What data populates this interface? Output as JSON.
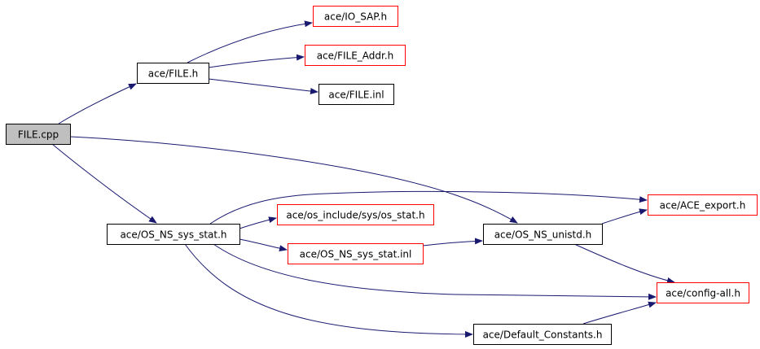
{
  "graph": {
    "colors": {
      "edge": "#191970",
      "border_normal": "#000000",
      "border_truncated": "#ff0000",
      "fill_root": "#bfbfbf",
      "fill_normal": "#ffffff"
    },
    "nodes": [
      {
        "id": "file-cpp",
        "label": "FILE.cpp",
        "style": "root"
      },
      {
        "id": "ace-file-h",
        "label": "ace/FILE.h",
        "style": "normal"
      },
      {
        "id": "ace-io-sap-h",
        "label": "ace/IO_SAP.h",
        "style": "truncated"
      },
      {
        "id": "ace-file-addr-h",
        "label": "ace/FILE_Addr.h",
        "style": "truncated"
      },
      {
        "id": "ace-file-inl",
        "label": "ace/FILE.inl",
        "style": "normal"
      },
      {
        "id": "ace-os-ns-sys-stat-h",
        "label": "ace/OS_NS_sys_stat.h",
        "style": "normal"
      },
      {
        "id": "ace-os-include-sys-os-stat-h",
        "label": "ace/os_include/sys/os_stat.h",
        "style": "truncated"
      },
      {
        "id": "ace-os-ns-sys-stat-inl",
        "label": "ace/OS_NS_sys_stat.inl",
        "style": "truncated"
      },
      {
        "id": "ace-os-ns-unistd-h",
        "label": "ace/OS_NS_unistd.h",
        "style": "normal"
      },
      {
        "id": "ace-ace-export-h",
        "label": "ace/ACE_export.h",
        "style": "truncated"
      },
      {
        "id": "ace-config-all-h",
        "label": "ace/config-all.h",
        "style": "truncated"
      },
      {
        "id": "ace-default-constants-h",
        "label": "ace/Default_Constants.h",
        "style": "normal"
      }
    ],
    "edges": [
      {
        "from": "file-cpp",
        "to": "ace-file-h"
      },
      {
        "from": "ace-file-h",
        "to": "ace-io-sap-h"
      },
      {
        "from": "ace-file-h",
        "to": "ace-file-addr-h"
      },
      {
        "from": "ace-file-h",
        "to": "ace-file-inl"
      },
      {
        "from": "file-cpp",
        "to": "ace-os-ns-sys-stat-h"
      },
      {
        "from": "file-cpp",
        "to": "ace-os-ns-unistd-h"
      },
      {
        "from": "ace-os-ns-sys-stat-h",
        "to": "ace-os-include-sys-os-stat-h"
      },
      {
        "from": "ace-os-ns-sys-stat-h",
        "to": "ace-os-ns-sys-stat-inl"
      },
      {
        "from": "ace-os-ns-sys-stat-h",
        "to": "ace-ace-export-h"
      },
      {
        "from": "ace-os-ns-sys-stat-h",
        "to": "ace-config-all-h"
      },
      {
        "from": "ace-os-ns-sys-stat-h",
        "to": "ace-default-constants-h"
      },
      {
        "from": "ace-os-ns-sys-stat-inl",
        "to": "ace-os-ns-unistd-h"
      },
      {
        "from": "ace-os-ns-unistd-h",
        "to": "ace-ace-export-h"
      },
      {
        "from": "ace-os-ns-unistd-h",
        "to": "ace-config-all-h"
      },
      {
        "from": "ace-default-constants-h",
        "to": "ace-config-all-h"
      }
    ]
  }
}
